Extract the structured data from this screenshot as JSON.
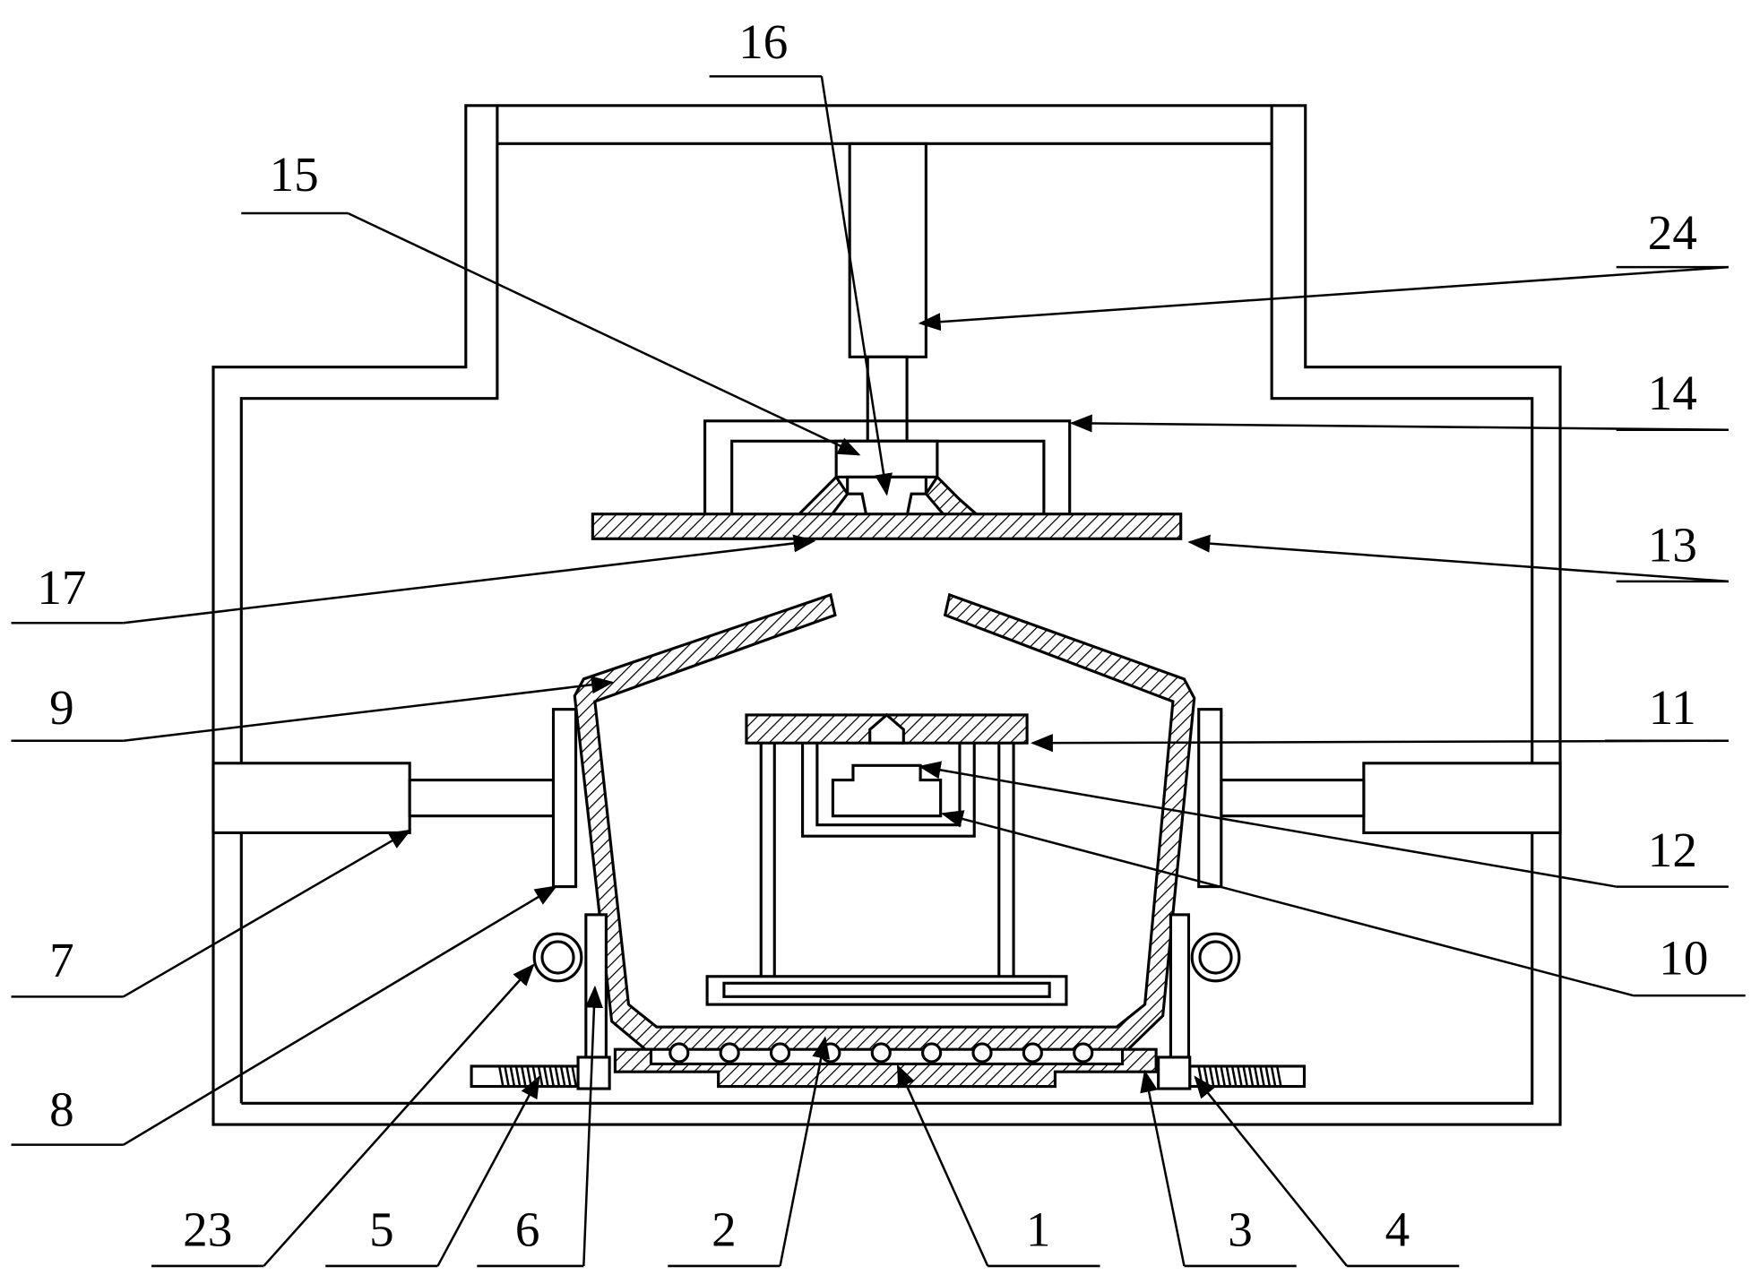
{
  "labels": [
    "16",
    "15",
    "24",
    "14",
    "13",
    "17",
    "9",
    "11",
    "12",
    "10",
    "7",
    "8",
    "23",
    "5",
    "6",
    "2",
    "1",
    "3",
    "4"
  ]
}
